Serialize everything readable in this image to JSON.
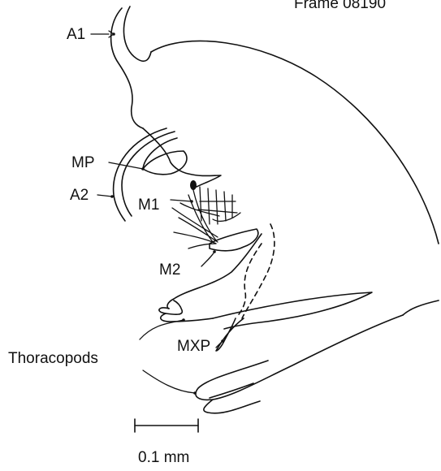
{
  "header": {
    "fragment": "Frame 08190"
  },
  "labels": {
    "a1": "A1",
    "mp": "MP",
    "a2": "A2",
    "m1": "M1",
    "m2": "M2",
    "mxp": "MXP",
    "thoracopods": "Thoracopods"
  },
  "scale_bar": {
    "label": "0.1 mm"
  }
}
